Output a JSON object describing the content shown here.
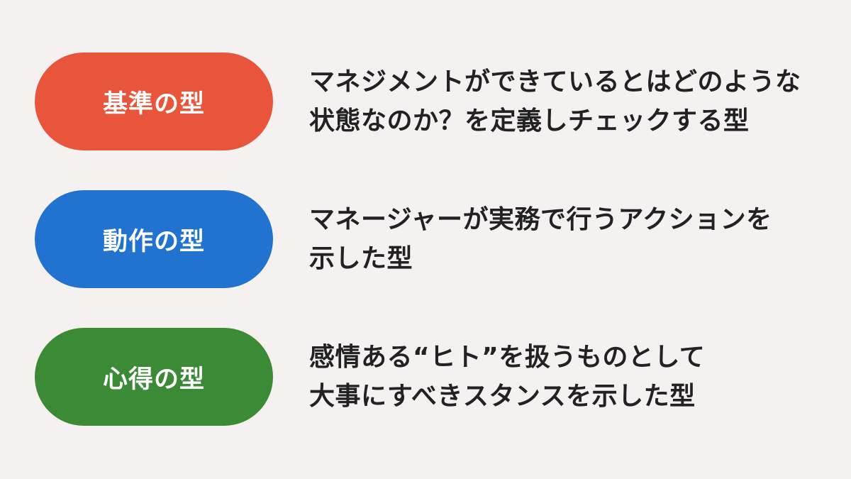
{
  "rows": [
    {
      "label": "基準の型",
      "color": "#e8553a",
      "lines": [
        "マネジメントができているとはどのような",
        "状態なのか？を定義しチェックする型"
      ]
    },
    {
      "label": "動作の型",
      "color": "#2272d0",
      "lines": [
        "マネージャーが実務で行うアクションを",
        "示した型"
      ]
    },
    {
      "label": "心得の型",
      "color": "#3b8a35",
      "lines": [
        "感情ある“ヒト”を扱うものとして",
        "大事にすべきスタンスを示した型"
      ]
    }
  ]
}
